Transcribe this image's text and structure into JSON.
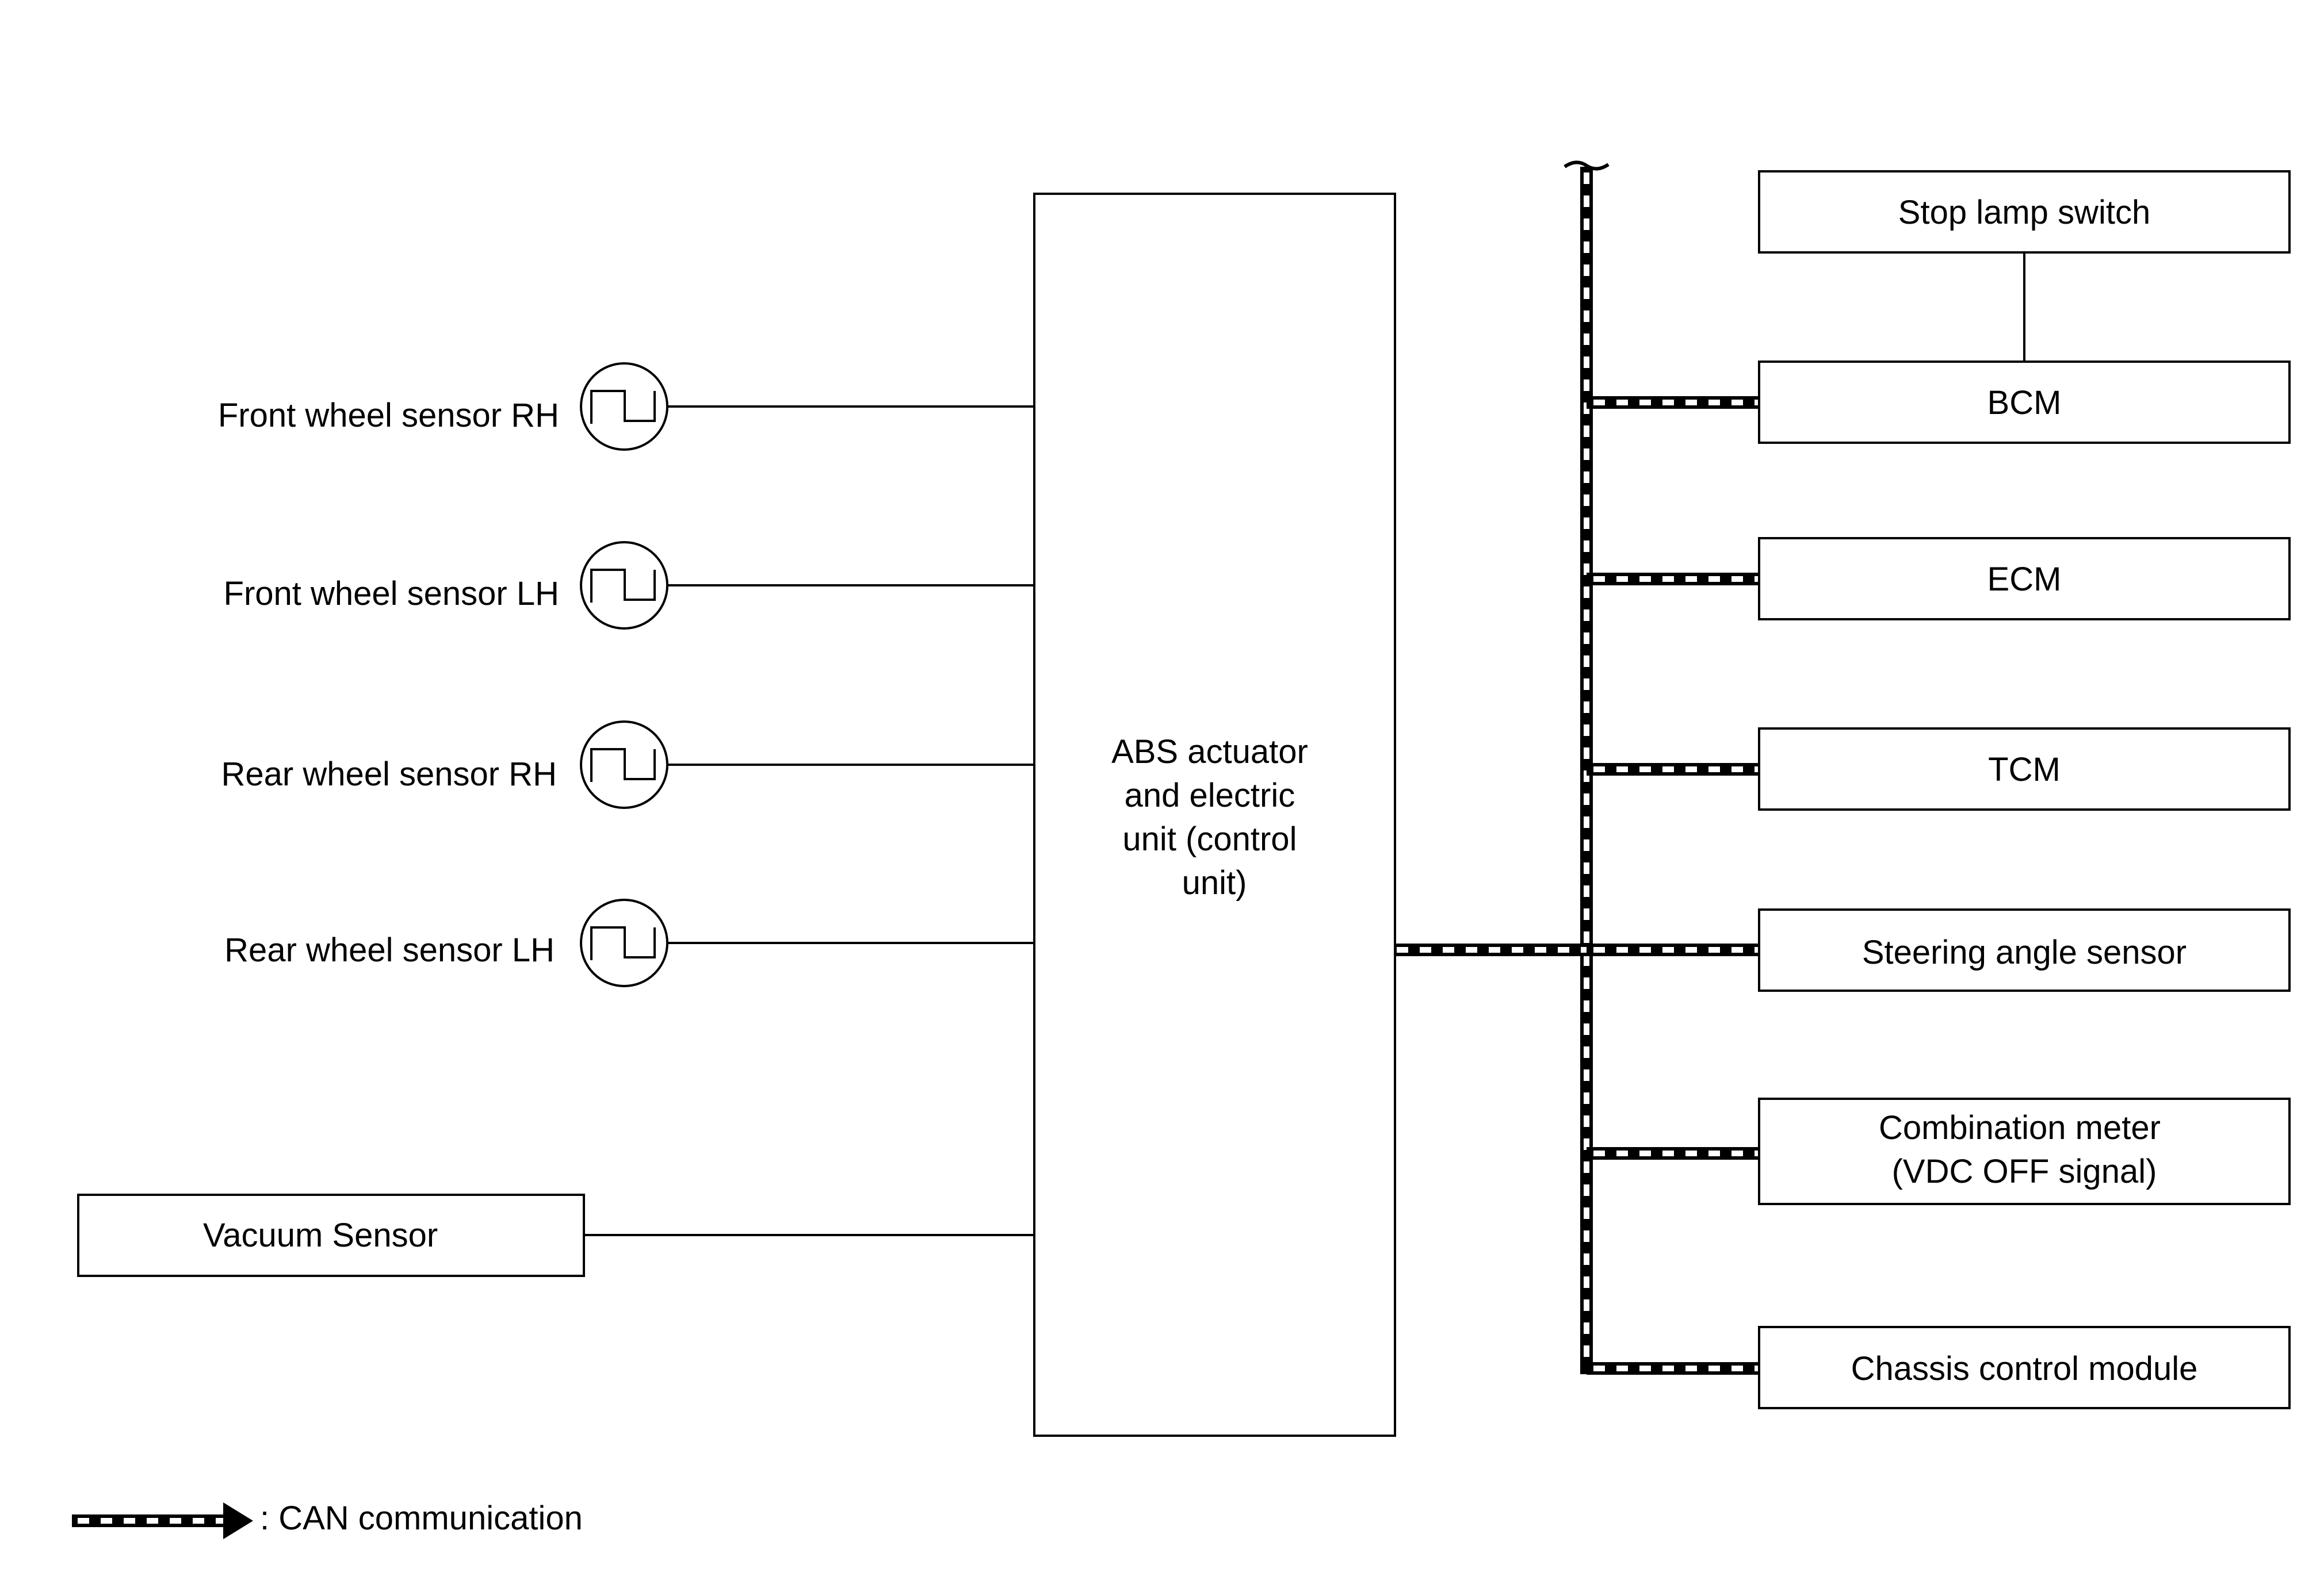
{
  "sensors": [
    {
      "label": "Front wheel sensor RH"
    },
    {
      "label": "Front wheel sensor LH"
    },
    {
      "label": "Rear wheel sensor RH"
    },
    {
      "label": "Rear wheel sensor LH"
    }
  ],
  "vacuum_sensor": {
    "label": "Vacuum Sensor"
  },
  "abs_unit": {
    "lines": [
      "ABS actuator",
      "and electric",
      "unit (control",
      "unit)"
    ]
  },
  "stop_lamp_switch": {
    "label": "Stop lamp switch"
  },
  "can_modules": [
    {
      "lines": [
        "BCM"
      ]
    },
    {
      "lines": [
        "ECM"
      ]
    },
    {
      "lines": [
        "TCM"
      ]
    },
    {
      "lines": [
        "Steering angle sensor"
      ]
    },
    {
      "lines": [
        "Combination meter",
        "(VDC OFF signal)"
      ]
    },
    {
      "lines": [
        "Chassis control module"
      ]
    }
  ],
  "legend": {
    "label": ": CAN communication"
  },
  "colors": {
    "line": "#000000",
    "background": "#ffffff"
  }
}
